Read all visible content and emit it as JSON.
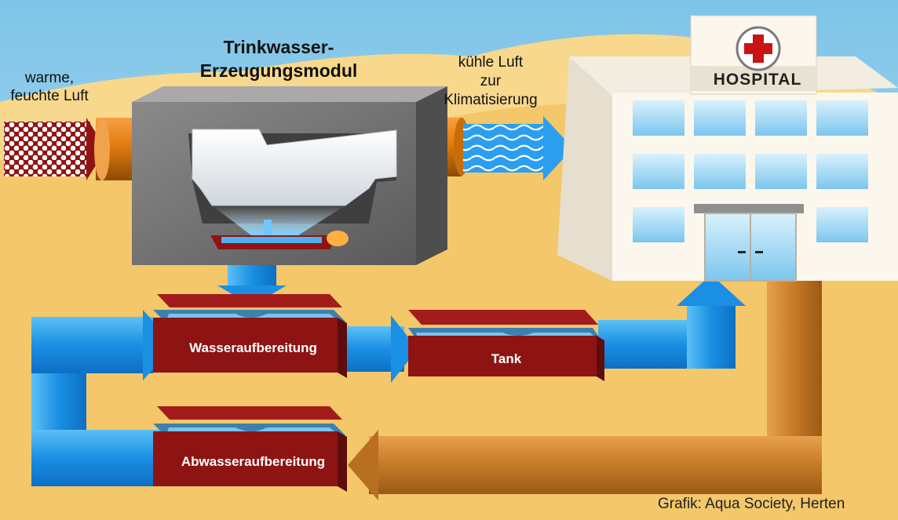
{
  "labels": {
    "air_in": [
      "warme,",
      "feuchte Luft"
    ],
    "module": [
      "Trinkwasser-",
      "Erzeugungsmodul"
    ],
    "cool_air": [
      "kühle Luft",
      "zur",
      "Klimatisierung"
    ],
    "hospital": "HOSPITAL",
    "water_treatment": "Wasseraufbereitung",
    "tank": "Tank",
    "wastewater_treatment": "Abwasseraufbereitung",
    "credit": "Grafik: Aqua Society, Herten"
  },
  "icons": {
    "cross": "red-cross-icon"
  },
  "colors": {
    "sky": "#a9d6ec",
    "sand": "#f3c76a",
    "water_flow": "#1f8fe0",
    "wastewater_flow": "#c9802e",
    "basin": "#8e1414",
    "module_body": "#6f6f6f",
    "pipe": "#e07c10",
    "warm_air": "#8e1414"
  }
}
